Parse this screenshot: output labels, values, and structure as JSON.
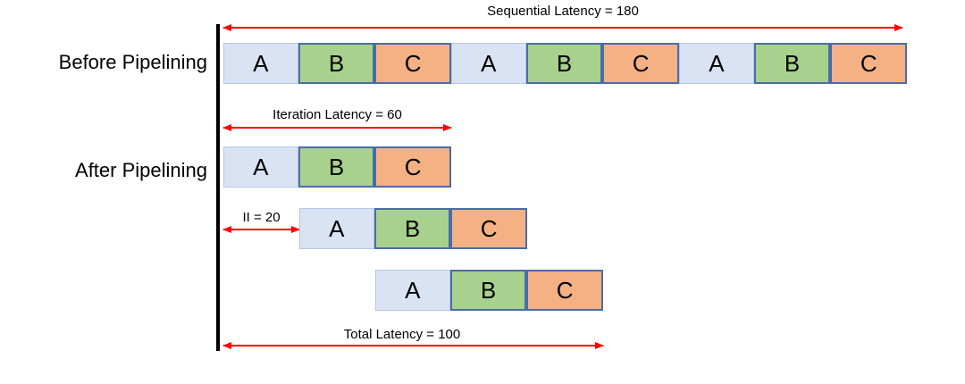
{
  "labels": {
    "before": "Before Pipelining",
    "after": "After Pipelining"
  },
  "annotations": {
    "sequential_latency": "Sequential Latency = 180",
    "iteration_latency": "Iteration Latency = 60",
    "initiation_interval": "II = 20",
    "total_latency": "Total Latency = 100"
  },
  "before_row": [
    "A",
    "B",
    "C",
    "A",
    "B",
    "C",
    "A",
    "B",
    "C"
  ],
  "after_rows": [
    [
      "A",
      "B",
      "C"
    ],
    [
      "A",
      "B",
      "C"
    ],
    [
      "A",
      "B",
      "C"
    ]
  ],
  "stage_colors": {
    "A": {
      "fill": "#dae3f3",
      "border": "#b4c7e7",
      "border_width": 1
    },
    "B": {
      "fill": "#a9d18e",
      "border": "#4a6da7",
      "border_width": 2
    },
    "C": {
      "fill": "#f4b183",
      "border": "#4a6da7",
      "border_width": 2
    }
  },
  "colors": {
    "arrow": "#ff0000",
    "timeline": "#000000",
    "text": "#000000"
  }
}
